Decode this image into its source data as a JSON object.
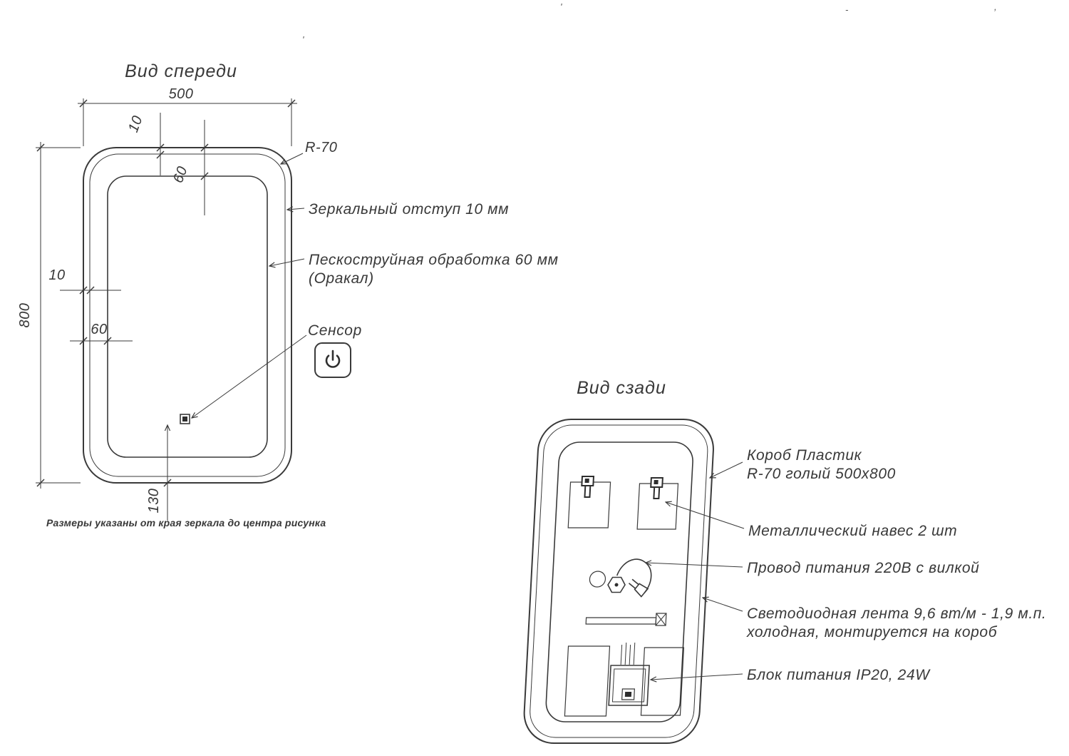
{
  "front": {
    "title": "Вид спереди",
    "dim_width": "500",
    "dim_offset_top": "10",
    "dim_frost_top": "60",
    "radius": "R-70",
    "dim_height": "800",
    "dim_offset_left": "10",
    "dim_frost_left": "60",
    "dim_sensor_bottom": "130",
    "label_offset": "Зеркальный отступ 10 мм",
    "label_frost1": "Пескоструйная обработка 60 мм",
    "label_frost2": "(Оракал)",
    "label_sensor": "Сенсор",
    "note": "Размеры указаны от края зеркала до центра рисунка"
  },
  "back": {
    "title": "Вид сзади",
    "label_box1": "Короб Пластик",
    "label_box2": "R-70 голый 500х800",
    "label_hangers": "Металлический навес 2 шт",
    "label_cord": "Провод питания 220В с вилкой",
    "label_led1": "Светодиодная лента 9,6 вт/м - 1,9 м.п.",
    "label_led2": "холодная, монтируется на короб",
    "label_psu": "Блок питания IP20, 24W"
  },
  "artifacts": {
    "a1": "'",
    "a2": "'",
    "a3": "-",
    "a4": ","
  }
}
